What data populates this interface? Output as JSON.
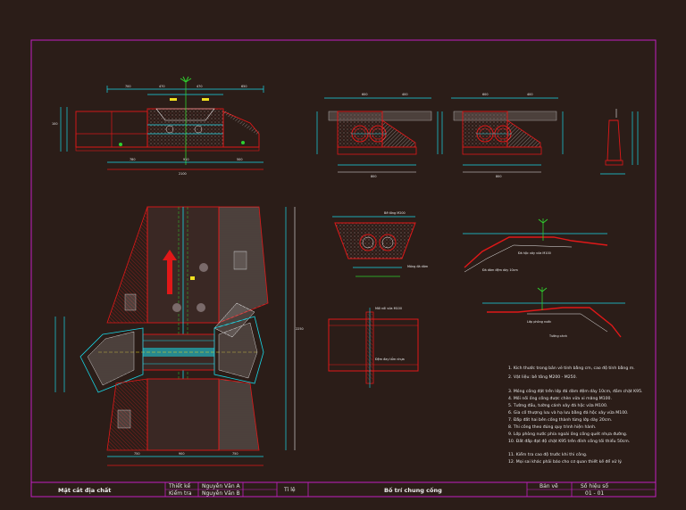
{
  "title_block": {
    "project": "Mặt cắt địa chất",
    "drawn_label": "Thiết kế",
    "checked_label": "Kiểm tra",
    "drawn_name": "Nguyễn Văn A",
    "checked_name": "Nguyễn Văn B",
    "scale_label": "Tỉ lệ",
    "drawing_title": "Bố trí chung cống",
    "sheet_label": "Bản vẽ",
    "sheet_no": "Số hiệu số",
    "sheet_value": "01 - 01"
  },
  "notes": [
    "1. Kích thước trong bản vẽ tính bằng cm, cao độ tính bằng m.",
    "2. Vật liệu: bê tông M200 - M250.",
    "3. Móng cống đặt trên lớp đá dăm đệm dày 10cm, đầm chặt K95.",
    "4. Mối nối ống cống được chèn vữa xi măng M100.",
    "5. Tường đầu, tường cánh xây đá hộc vữa M100.",
    "6. Gia cố thượng lưu và hạ lưu bằng đá hộc xây vữa M100.",
    "7. Đắp đất hai bên cống thành từng lớp dày 20cm.",
    "8. Thi công theo đúng quy trình hiện hành.",
    "9. Lớp phòng nước phía ngoài ống cống quét nhựa đường.",
    "10. Đất đắp đạt độ chặt K95 trên đỉnh cống tối thiểu 50cm.",
    "11. Kiểm tra cao độ trước khi thi công.",
    "12. Mọi sai khác phải báo cho cơ quan thiết kế để xử lý."
  ],
  "colors": {
    "background": "#2b1d18",
    "frame": "#c020c0",
    "red": "#e01818",
    "cyan": "#18d8e8",
    "white": "#ececec",
    "green": "#2fd02f",
    "yellow": "#f0e020"
  }
}
